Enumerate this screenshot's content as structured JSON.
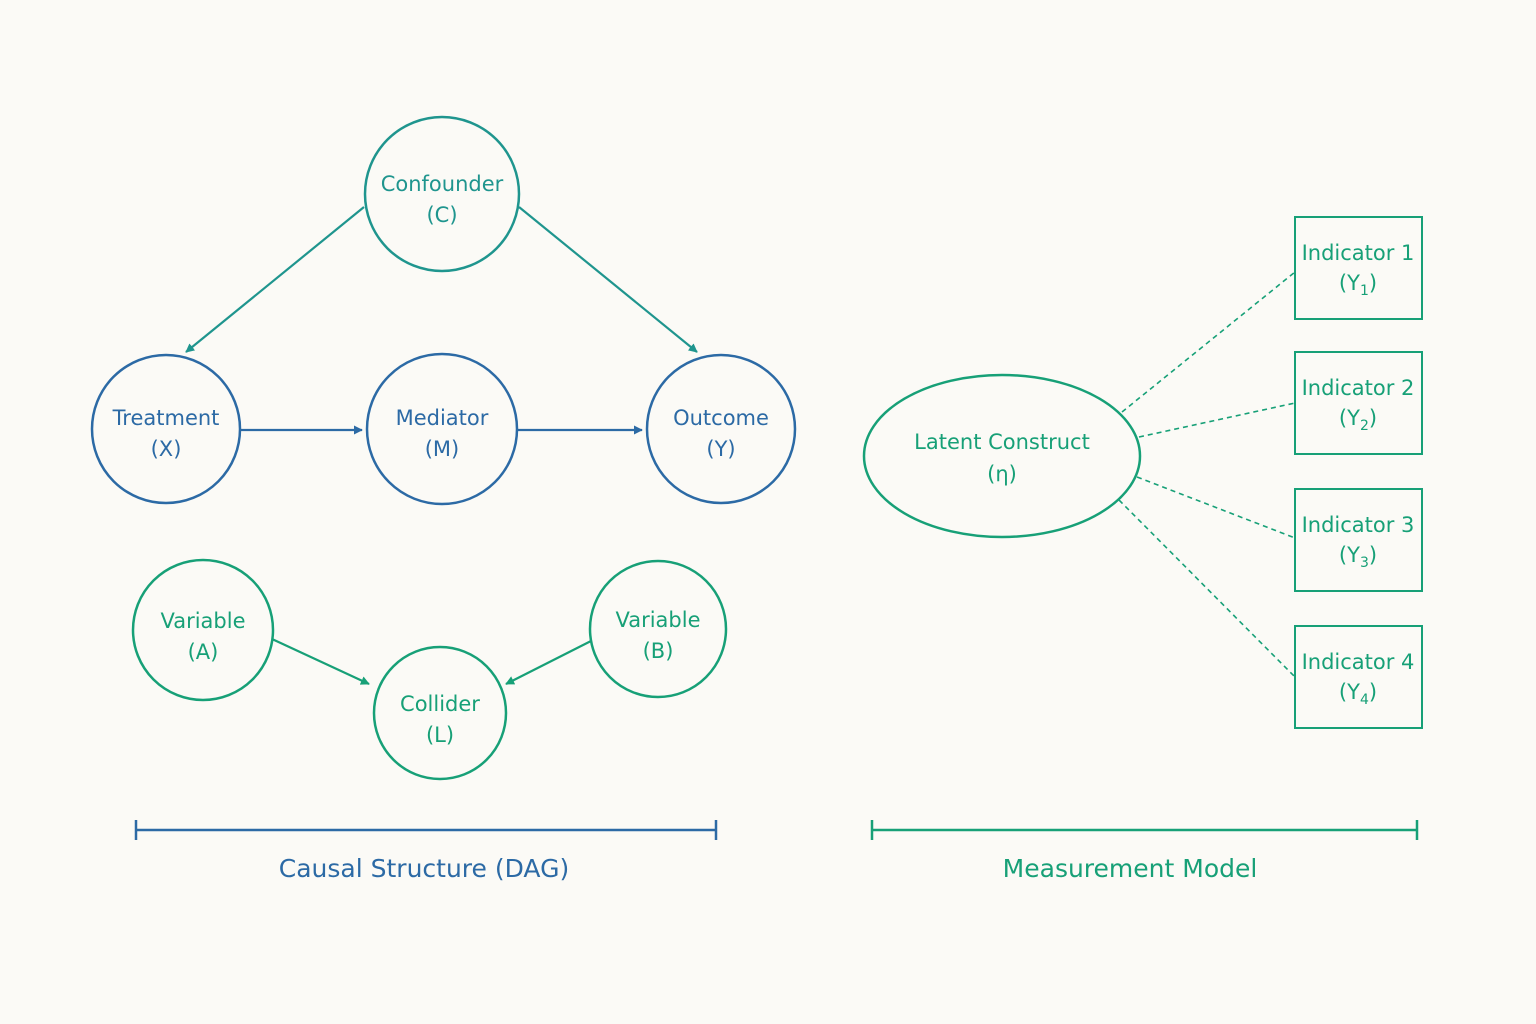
{
  "colors": {
    "background": "#fbfaf6",
    "blue": "#2c6aa5",
    "teal": "#1f958e",
    "green": "#17a077"
  },
  "dag": {
    "confounder": {
      "name": "Confounder",
      "symbol": "(C)"
    },
    "treatment": {
      "name": "Treatment",
      "symbol": "(X)"
    },
    "mediator": {
      "name": "Mediator",
      "symbol": "(M)"
    },
    "outcome": {
      "name": "Outcome",
      "symbol": "(Y)"
    },
    "variable_a": {
      "name": "Variable",
      "symbol": "(A)"
    },
    "variable_b": {
      "name": "Variable",
      "symbol": "(B)"
    },
    "collider": {
      "name": "Collider",
      "symbol": "(L)"
    },
    "section_label": "Causal Structure (DAG)"
  },
  "measurement": {
    "latent": {
      "name": "Latent Construct",
      "symbol": "(η)"
    },
    "indicators": [
      {
        "name": "Indicator 1",
        "symbol_base": "(Y",
        "subscript": "1",
        "symbol_close": ")"
      },
      {
        "name": "Indicator 2",
        "symbol_base": "(Y",
        "subscript": "2",
        "symbol_close": ")"
      },
      {
        "name": "Indicator 3",
        "symbol_base": "(Y",
        "subscript": "3",
        "symbol_close": ")"
      },
      {
        "name": "Indicator 4",
        "symbol_base": "(Y",
        "subscript": "4",
        "symbol_close": ")"
      }
    ],
    "section_label": "Measurement Model"
  }
}
